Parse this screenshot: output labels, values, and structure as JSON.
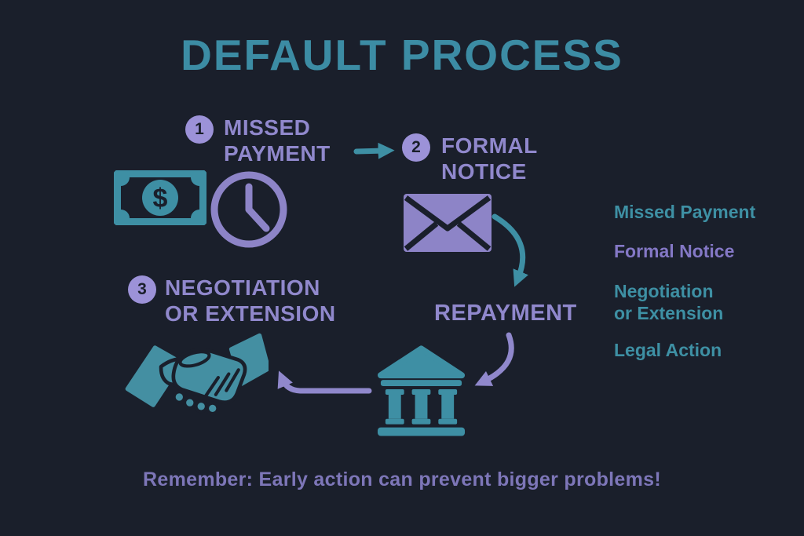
{
  "title": "DEFAULT PROCESS",
  "steps": [
    {
      "number": "1",
      "label": "MISSED\nPAYMENT"
    },
    {
      "number": "2",
      "label": "FORMAL\nNOTICE"
    },
    {
      "number": "3",
      "label": "NEGOTIATION\nOR EXTENSION"
    }
  ],
  "repayment_label": "REPAYMENT",
  "money_symbol": "$",
  "legend": {
    "items": [
      {
        "label": "Missed Payment",
        "color": "#3e90a4"
      },
      {
        "label": "Formal Notice",
        "color": "#8478c6"
      },
      {
        "label": "Negotiation\nor Extension",
        "color": "#3e90a4"
      },
      {
        "label": "Legal Action",
        "color": "#3e90a4"
      }
    ]
  },
  "footer": "Remember: Early action can prevent bigger problems!",
  "colors": {
    "background": "#1a1f2b",
    "teal": "#3e8fa4",
    "purple_text": "#9088cc",
    "badge_purple": "#9c92d8",
    "footer_purple": "#7d76b8"
  },
  "icons": {
    "money": "money-bill-icon",
    "clock": "clock-icon",
    "envelope": "envelope-icon",
    "bank": "bank-icon",
    "handshake": "handshake-icon"
  }
}
